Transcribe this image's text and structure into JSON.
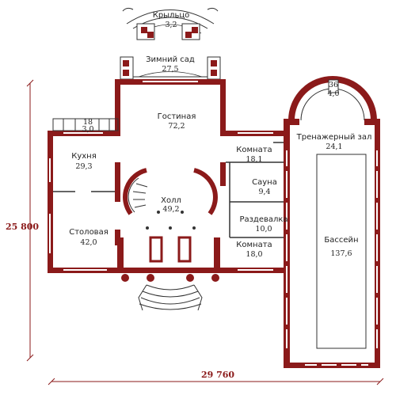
{
  "rooms": {
    "porch": {
      "name": "Крыльцо",
      "area": "3,2"
    },
    "winter_garden": {
      "name": "Зимний сад",
      "area": "27,5"
    },
    "living": {
      "name": "Гостиная",
      "area": "72,2"
    },
    "kitchen": {
      "name": "Кухня",
      "area": "29,3"
    },
    "hall": {
      "name": "Холл",
      "area": "49,2"
    },
    "dining": {
      "name": "Столовая",
      "area": "42,0"
    },
    "room1": {
      "name": "Комната",
      "area": "18,1"
    },
    "sauna": {
      "name": "Сауна",
      "area": "9,4"
    },
    "dressing": {
      "name": "Раздевалка",
      "area": "10,0"
    },
    "room2": {
      "name": "Комната",
      "area": "18,0"
    },
    "gym": {
      "name": "Тренажерный зал",
      "area": "24,1"
    },
    "pool": {
      "name": "Бассейн",
      "area": "137,6"
    },
    "apse": {
      "name": "36",
      "area": "4,0"
    },
    "stair": {
      "name": "18",
      "area": "3,0"
    }
  },
  "dimensions": {
    "height": "25 800",
    "width": "29 760"
  },
  "colors": {
    "wall": "#8b1a1a",
    "line": "#333333"
  }
}
